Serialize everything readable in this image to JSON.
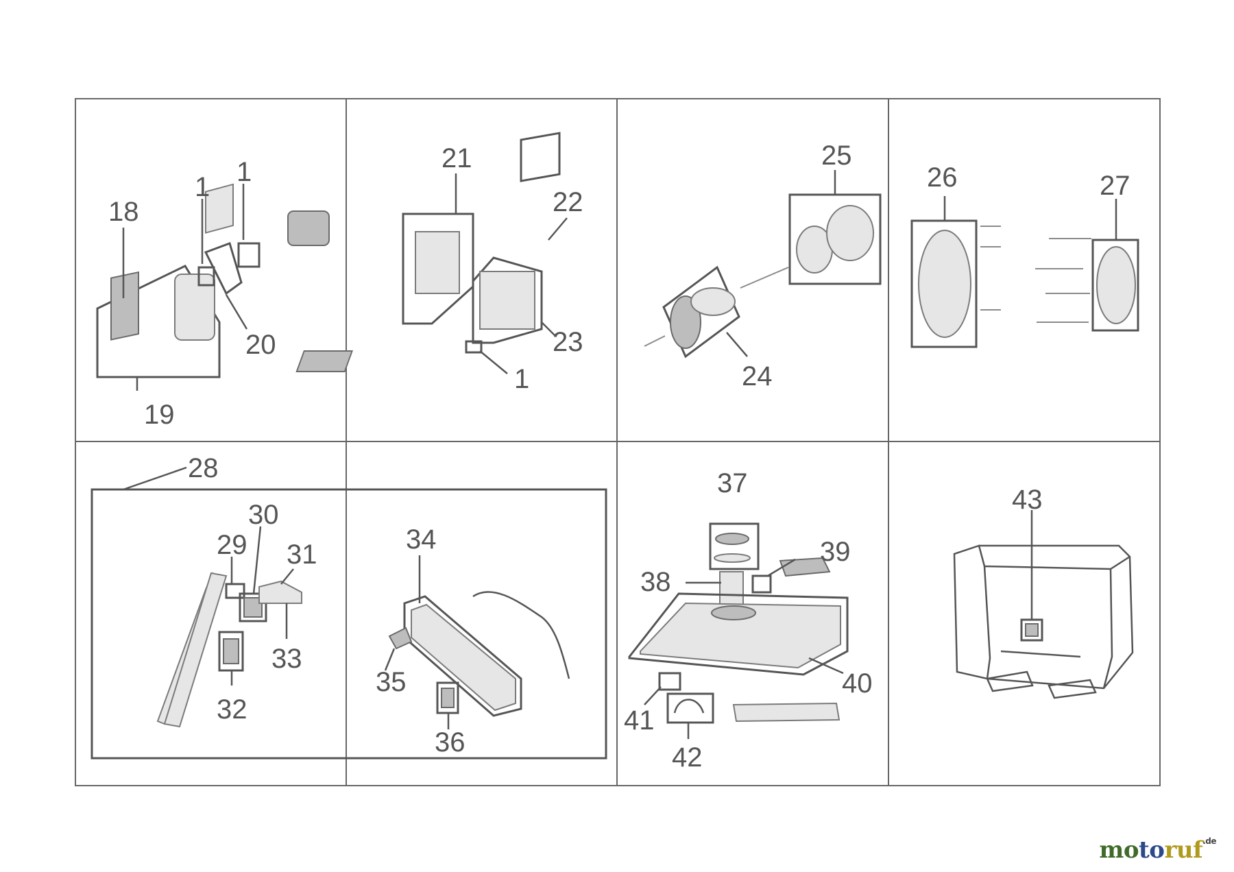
{
  "callouts": {
    "c1a": "1",
    "c1b": "1",
    "c18": "18",
    "c19": "19",
    "c20": "20",
    "c21": "21",
    "c22": "22",
    "c23": "23",
    "c1c": "1",
    "c24": "24",
    "c25": "25",
    "c26": "26",
    "c27": "27",
    "c28": "28",
    "c29": "29",
    "c30": "30",
    "c31": "31",
    "c32": "32",
    "c33": "33",
    "c34": "34",
    "c35": "35",
    "c36": "36",
    "c37": "37",
    "c38": "38",
    "c39": "39",
    "c40": "40",
    "c41": "41",
    "c42": "42",
    "c43": "43"
  },
  "logo": {
    "part1": "mo",
    "part2": "to",
    "part3": "ruf",
    "suffix": ".de"
  },
  "colors": {
    "line": "#555555",
    "part_fill": "#e6e6e6"
  }
}
